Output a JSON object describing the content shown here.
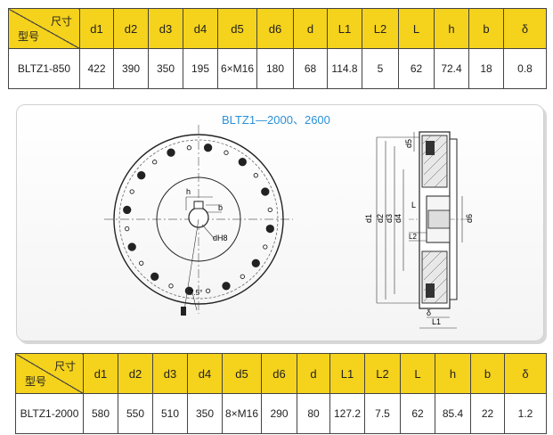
{
  "tables": {
    "top": {
      "header_top": "尺寸",
      "header_bottom": "型号",
      "columns": [
        "d1",
        "d2",
        "d3",
        "d4",
        "d5",
        "d6",
        "d",
        "L1",
        "L2",
        "L",
        "h",
        "b",
        "δ"
      ],
      "model": "BLTZ1-850",
      "values": [
        "422",
        "390",
        "350",
        "195",
        "6×M16",
        "180",
        "68",
        "114.8",
        "5",
        "62",
        "72.4",
        "18",
        "0.8"
      ]
    },
    "bottom": {
      "header_top": "尺寸",
      "header_bottom": "型号",
      "columns": [
        "d1",
        "d2",
        "d3",
        "d4",
        "d5",
        "d6",
        "d",
        "L1",
        "L2",
        "L",
        "h",
        "b",
        "δ"
      ],
      "model": "BLTZ1-2000",
      "values": [
        "580",
        "550",
        "510",
        "350",
        "8×M16",
        "290",
        "80",
        "127.2",
        "7.5",
        "62",
        "85.4",
        "22",
        "1.2"
      ]
    }
  },
  "drawing": {
    "title": "BLTZ1—2000、2600",
    "front_view_labels": {
      "h": "h",
      "b": "b",
      "dH8": "dH8",
      "angle": "7.5°"
    },
    "side_view_labels": {
      "d1": "d1",
      "d2": "d2",
      "d3": "d3",
      "d4": "d4",
      "d5": "d5",
      "d6": "d6",
      "L": "L",
      "L1": "L1",
      "L2": "L2",
      "delta": "δ"
    }
  },
  "colors": {
    "header_fill": "#f5d21b",
    "title_blue": "#2a90d8"
  }
}
